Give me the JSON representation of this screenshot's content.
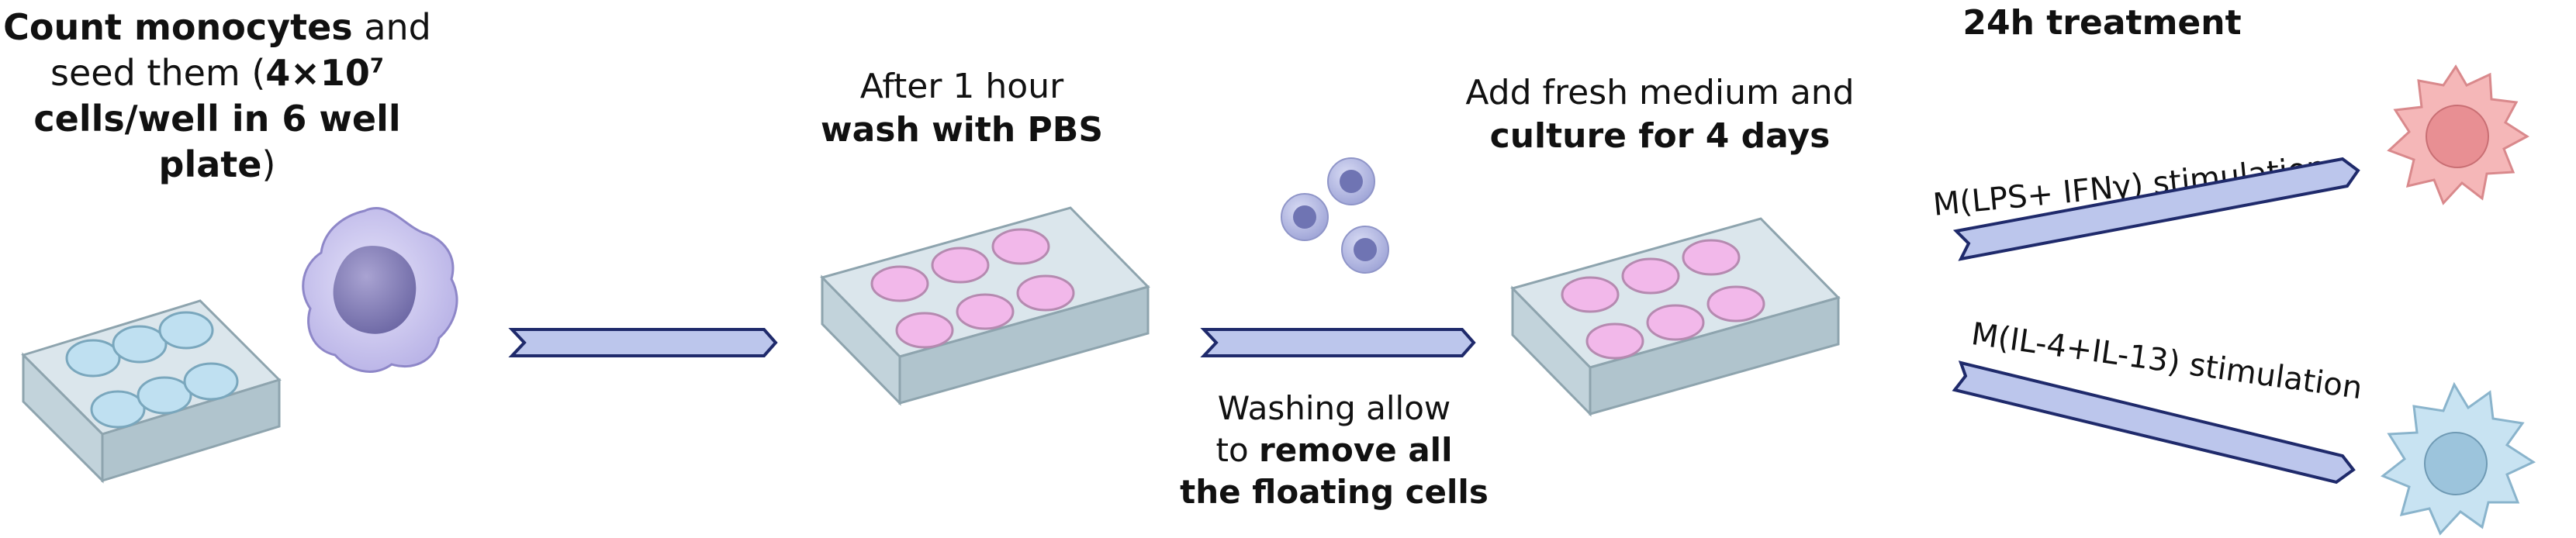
{
  "step1": {
    "line1_bold": "Count monocytes",
    "line1_rest": " and",
    "line2_a": "seed them (",
    "line2_bold": "4×10",
    "line2_sup": "7",
    "line3_bold": "cells/well in 6 well plate",
    "line3_rest": ")"
  },
  "step2": {
    "line1": "After 1 hour",
    "line2_bold": "wash with PBS"
  },
  "step3": {
    "line1": "Add fresh medium and",
    "line2_bold": "culture for 4 days"
  },
  "washing_note": {
    "line1": "Washing allow",
    "line2_a": "to ",
    "line2_bold": "remove all",
    "line3_bold": "the floating cells"
  },
  "treatment": {
    "title": "24h treatment",
    "m1_label": "M(LPS+ IFNγ) stimulation",
    "m2_label": "M(IL-4+IL-13) stimulation"
  },
  "colors": {
    "arrow_fill": "#bcc6ec",
    "arrow_stroke": "#1f2a6b",
    "plate_body": "#dbe6ec",
    "well_blue": "#bfe0f1",
    "well_pink": "#f2b8ea",
    "monocyte": "#c7c2ec",
    "m1_cell": "#f5a9ab",
    "m2_cell": "#b6d8ec"
  }
}
